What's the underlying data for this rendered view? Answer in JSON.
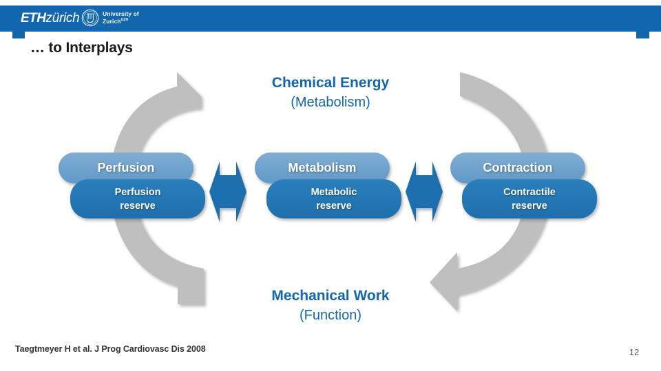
{
  "header": {
    "background_color": "#1267ae",
    "eth_logo": {
      "mark": "ETH",
      "word": "zürich",
      "icon": "eth-zurich-logo"
    },
    "uzh_logo": {
      "line1": "University of",
      "line2": "Zurich",
      "superscript": "UZH",
      "icon": "uzh-seal-icon"
    }
  },
  "title": "… to Interplays",
  "diagram": {
    "accent_color": "#1267ae",
    "arc_color": "#bfbfbf",
    "captions": {
      "top": {
        "strong": "Chemical Energy",
        "sub": "(Metabolism)"
      },
      "bottom": {
        "strong": "Mechanical Work",
        "sub": "(Function)"
      }
    },
    "nodes": [
      {
        "id": "perfusion",
        "top_label": "Perfusion",
        "reserve_line1": "Perfusion",
        "reserve_line2": "reserve"
      },
      {
        "id": "metabolism",
        "top_label": "Metabolism",
        "reserve_line1": "Metabolic",
        "reserve_line2": "reserve"
      },
      {
        "id": "contraction",
        "top_label": "Contraction",
        "reserve_line1": "Contractile",
        "reserve_line2": "reserve"
      }
    ],
    "connectors": [
      {
        "id": "perfusion-metabolism",
        "icon": "double-headed-arrow"
      },
      {
        "id": "metabolism-contraction",
        "icon": "double-headed-arrow"
      }
    ],
    "arcs": [
      {
        "id": "left-arc",
        "icon": "curved-arrow-up",
        "direction": "counter-clockwise-up"
      },
      {
        "id": "right-arc",
        "icon": "curved-arrow-down",
        "direction": "clockwise-down"
      }
    ]
  },
  "footer": {
    "reference": "Taegtmeyer H et al. J Prog Cardiovasc Dis 2008",
    "page_number": "12"
  }
}
